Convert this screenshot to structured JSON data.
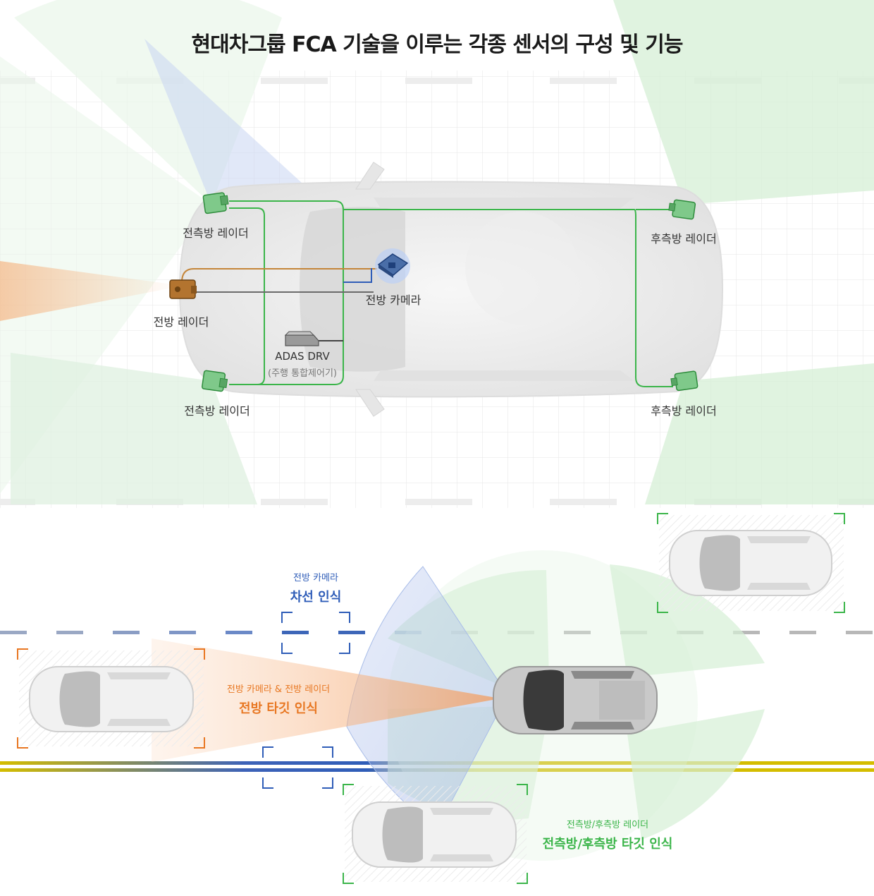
{
  "title": "현대차그룹 FCA 기술을 이루는 각종 센서의 구성 및 기능",
  "colors": {
    "green": "#3bb54a",
    "orange": "#e87722",
    "blue": "#2f5db8",
    "yellow": "#d4bd00",
    "lane_gray": "#b8b8b8"
  },
  "components": {
    "front_side_radar_top": "전측방 레이더",
    "front_side_radar_bottom": "전측방 레이더",
    "rear_side_radar_top": "후측방 레이더",
    "rear_side_radar_bottom": "후측방 레이더",
    "front_radar": "전방 레이더",
    "front_camera": "전방 카메라",
    "adas_drv": "ADAS DRV",
    "adas_drv_sub": "(주행 통합제어기)"
  },
  "functions": {
    "lane": {
      "caption": "전방 카메라",
      "heading": "차선 인식"
    },
    "front_target": {
      "caption": "전방 카메라 & 전방 레이더",
      "heading": "전방 타깃 인식"
    },
    "side_target": {
      "caption": "전측방/후측방 레이더",
      "heading": "전측방/후측방 타깃 인식"
    }
  }
}
